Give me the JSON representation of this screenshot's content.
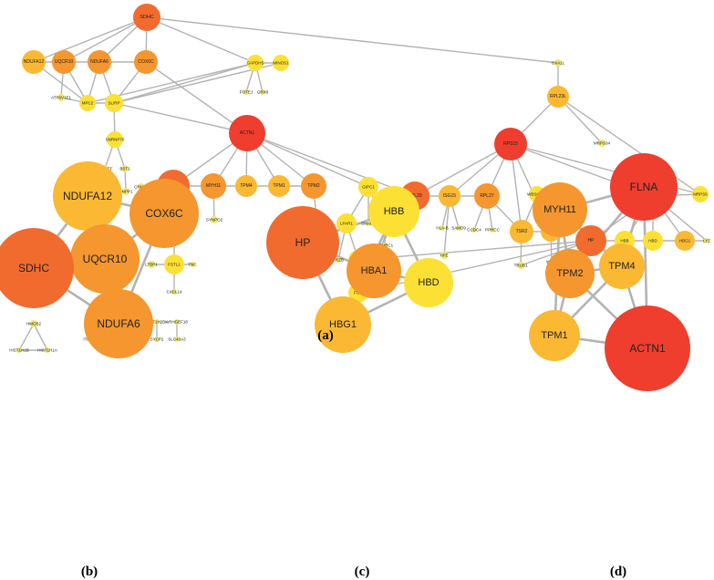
{
  "panels": {
    "a": "(a)",
    "b": "(b)",
    "c": "(c)",
    "d": "(d)"
  },
  "colors": {
    "red": "#ef3e2e",
    "orange_red": "#f26b2e",
    "orange": "#f5962e",
    "light_orange": "#fbb832",
    "yellow": "#fde034",
    "pale": "#f1e86c",
    "edge": "#b3b3b3"
  },
  "network_a": {
    "nodes": [
      "SDHC",
      "NDUFA12",
      "UQCR10",
      "NDUFA6",
      "COX6C",
      "GAPDHS",
      "MINOS1",
      "ATP6V1E1",
      "MPC2",
      "SLIRP",
      "POTEJ",
      "GRX8",
      "ACTN1",
      "SNRNP70",
      "ALYREF",
      "BST1",
      "SLURP1",
      "ENPP1",
      "LYPD3",
      "CRMP1",
      "FLNA",
      "MYH11",
      "TPM4",
      "TPM1",
      "TPM2",
      "GIPC1",
      "SGCG",
      "LPAR1",
      "SMAD5",
      "TPBG",
      "TRPV2",
      "FRZB",
      "CTHRC1",
      "LPA",
      "FGG",
      "COL5A1",
      "SYNPO2",
      "LTBP1",
      "FSTL1",
      "TNC",
      "CXCL14",
      "OXA1L",
      "RPL23L",
      "RPS15",
      "MRPS34",
      "RPL29",
      "ISG15",
      "RPL27",
      "WBSCR22",
      "HLA-B",
      "SAMD9",
      "CCDC4",
      "PPRCC",
      "TSR2",
      "BYSL",
      "HFE",
      "TRUB1",
      "WIBG",
      "HBA1",
      "MRPS6",
      "HP",
      "HBB",
      "HBD",
      "HBG1",
      "LYZ",
      "HMGB2",
      "HIST1H1B",
      "HIST1H1A",
      "CA3",
      "ITM2B",
      "CRISP3",
      "MTDH",
      "FAM162A",
      "HIST1H2BK",
      "SPINT2",
      "ARHGEF18",
      "SYCP2",
      "SLC43A3"
    ]
  },
  "cluster_b": {
    "nodes": [
      "NDUFA12",
      "COX6C",
      "UQCR10",
      "SDHC",
      "NDUFA6"
    ]
  },
  "cluster_c": {
    "nodes": [
      "HP",
      "HBB",
      "HBA1",
      "HBD",
      "HBG1"
    ]
  },
  "cluster_d": {
    "nodes": [
      "MYH11",
      "FLNA",
      "TPM2",
      "TPM4",
      "TPM1",
      "ACTN1"
    ]
  }
}
